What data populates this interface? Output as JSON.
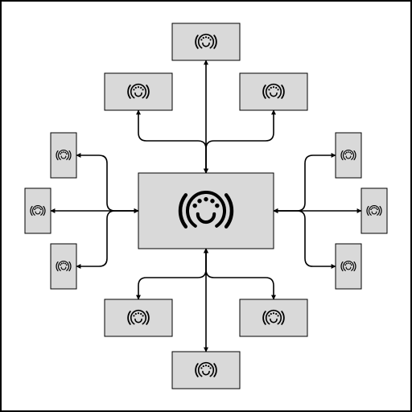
{
  "diagram": {
    "colors": {
      "box_fill": "#d9d9d9",
      "stroke": "#000000",
      "background": "#ffffff"
    },
    "icon": "smiley-dial-icon",
    "hub": {
      "name": "hub",
      "icon": "smiley-dial-icon"
    },
    "nodes": [
      {
        "name": "node-top",
        "side": "top",
        "icon": "smiley-dial-icon"
      },
      {
        "name": "node-top-left",
        "side": "top",
        "icon": "smiley-dial-icon"
      },
      {
        "name": "node-top-right",
        "side": "top",
        "icon": "smiley-dial-icon"
      },
      {
        "name": "node-bottom",
        "side": "bottom",
        "icon": "smiley-dial-icon"
      },
      {
        "name": "node-bottom-left",
        "side": "bottom",
        "icon": "smiley-dial-icon"
      },
      {
        "name": "node-bottom-right",
        "side": "bottom",
        "icon": "smiley-dial-icon"
      },
      {
        "name": "node-left",
        "side": "left",
        "icon": "smiley-dial-icon"
      },
      {
        "name": "node-left-upper",
        "side": "left",
        "icon": "smiley-dial-icon"
      },
      {
        "name": "node-left-lower",
        "side": "left",
        "icon": "smiley-dial-icon"
      },
      {
        "name": "node-right",
        "side": "right",
        "icon": "smiley-dial-icon"
      },
      {
        "name": "node-right-upper",
        "side": "right",
        "icon": "smiley-dial-icon"
      },
      {
        "name": "node-right-lower",
        "side": "right",
        "icon": "smiley-dial-icon"
      }
    ],
    "connections": "bidirectional-arrows"
  }
}
